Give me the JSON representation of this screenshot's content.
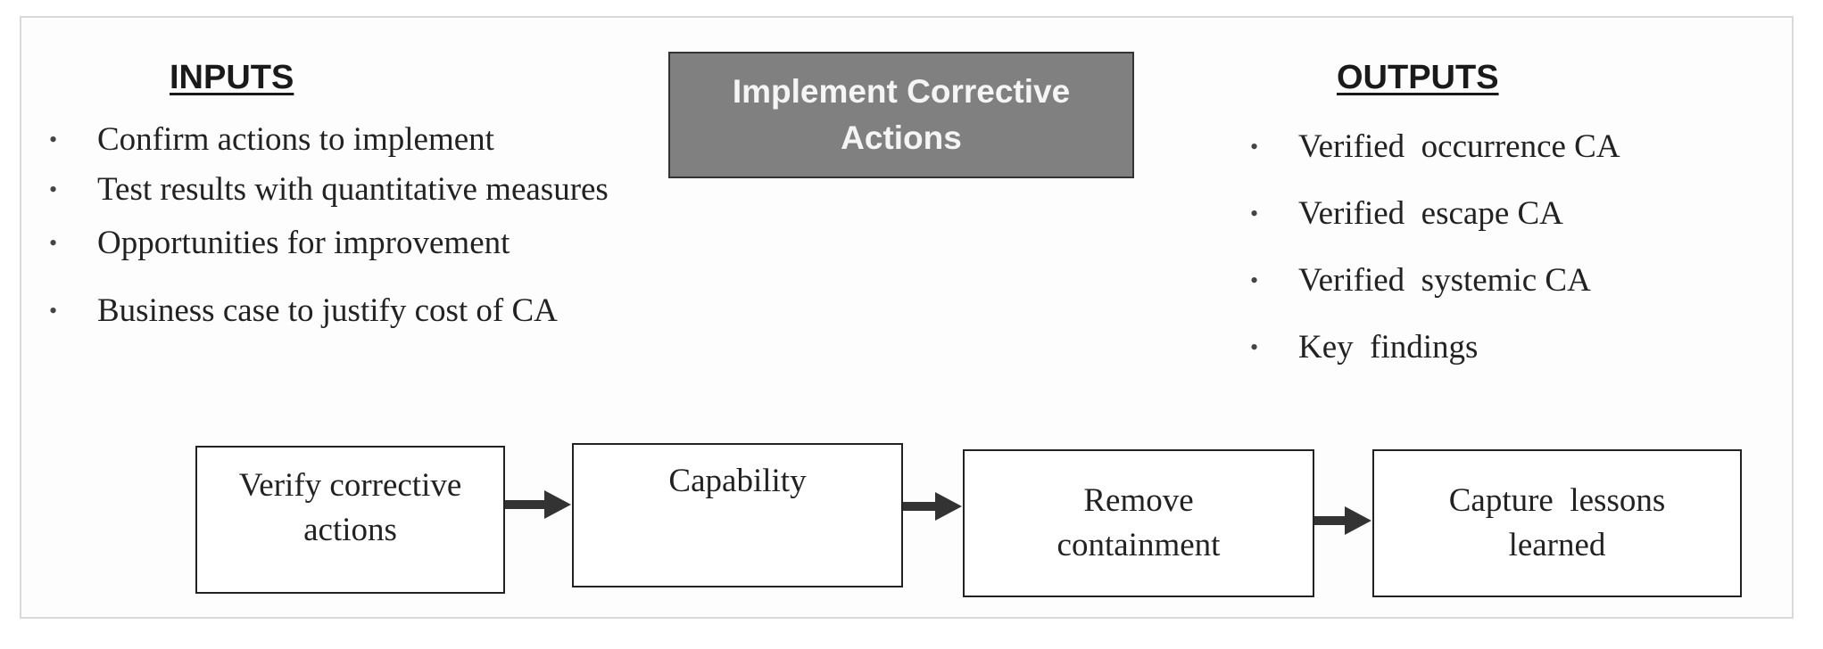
{
  "inputs": {
    "heading": "INPUTS",
    "items": [
      "Confirm actions to implement",
      "Test results with quantitative measures",
      "Opportunities for improvement",
      "Business case to justify cost of CA"
    ]
  },
  "center": {
    "title": "Implement Corrective Actions",
    "fill_color": "#808080"
  },
  "outputs": {
    "heading": "OUTPUTS",
    "items": [
      "Verified  occurrence CA",
      "Verified  escape CA",
      "Verified  systemic CA",
      "Key  findings"
    ]
  },
  "steps": [
    "Verify corrective actions",
    "Capability",
    "Remove containment",
    "Capture  lessons learned"
  ],
  "bullet_glyph": "•"
}
